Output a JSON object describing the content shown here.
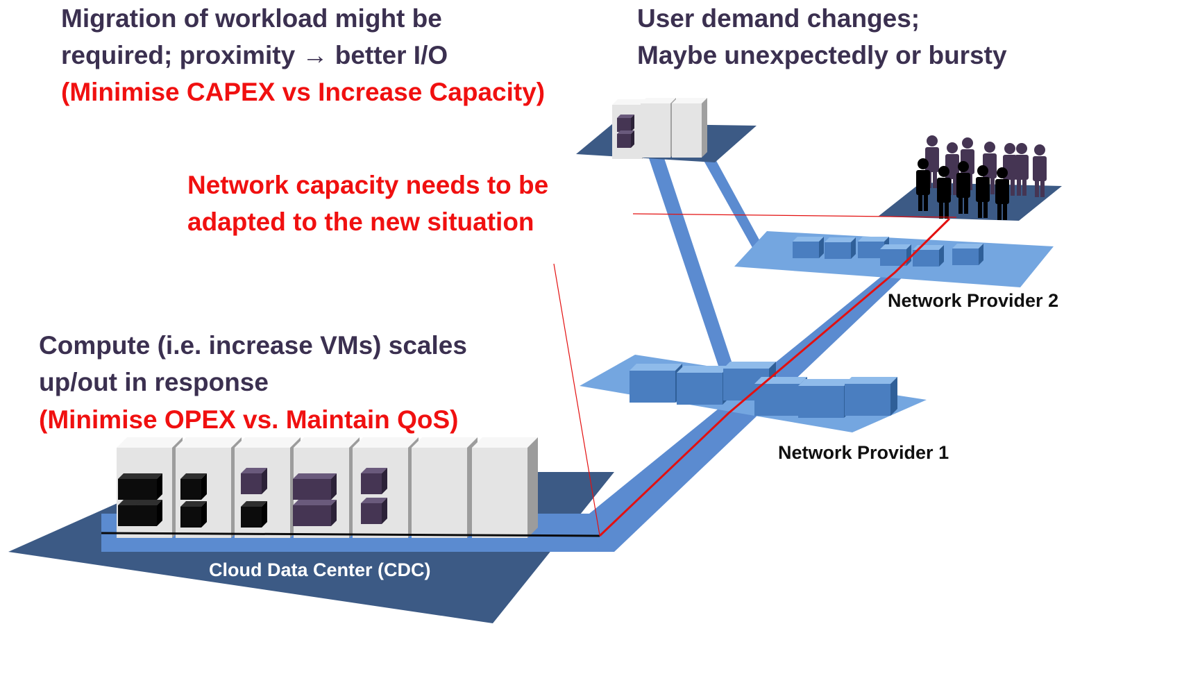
{
  "migration_note": {
    "line1": "Migration of workload might be",
    "line2": "required; proximity → better I/O",
    "tradeoff": "(Minimise CAPEX vs Increase Capacity)"
  },
  "demand_note": {
    "line1": "User demand changes;",
    "line2": "Maybe unexpectedly or bursty"
  },
  "network_note": {
    "line1": "Network capacity needs to be",
    "line2": "adapted to the new situation"
  },
  "compute_note": {
    "line1": "Compute (i.e. increase VMs) scales",
    "line2": "up/out in response",
    "tradeoff": "(Minimise OPEX vs. Maintain QoS)"
  },
  "labels": {
    "network_provider_2": "Network Provider 2",
    "network_provider_1": "Network Provider 1",
    "cloud_data_center": "Cloud Data Center (CDC)"
  },
  "colors": {
    "dark_text": "#3b3050",
    "highlight_red": "#f01010",
    "platform_dark_blue": "#3c5a85",
    "network_light_blue": "#74a6e0",
    "link_blue": "#5b8bd0",
    "server_grey": "#e6e6e6",
    "vm_purple": "#453553",
    "vm_black": "#0c0c0c"
  },
  "icons": [
    "server-rack-icon",
    "vm-block-icon",
    "router-icon",
    "user-group-icon"
  ]
}
